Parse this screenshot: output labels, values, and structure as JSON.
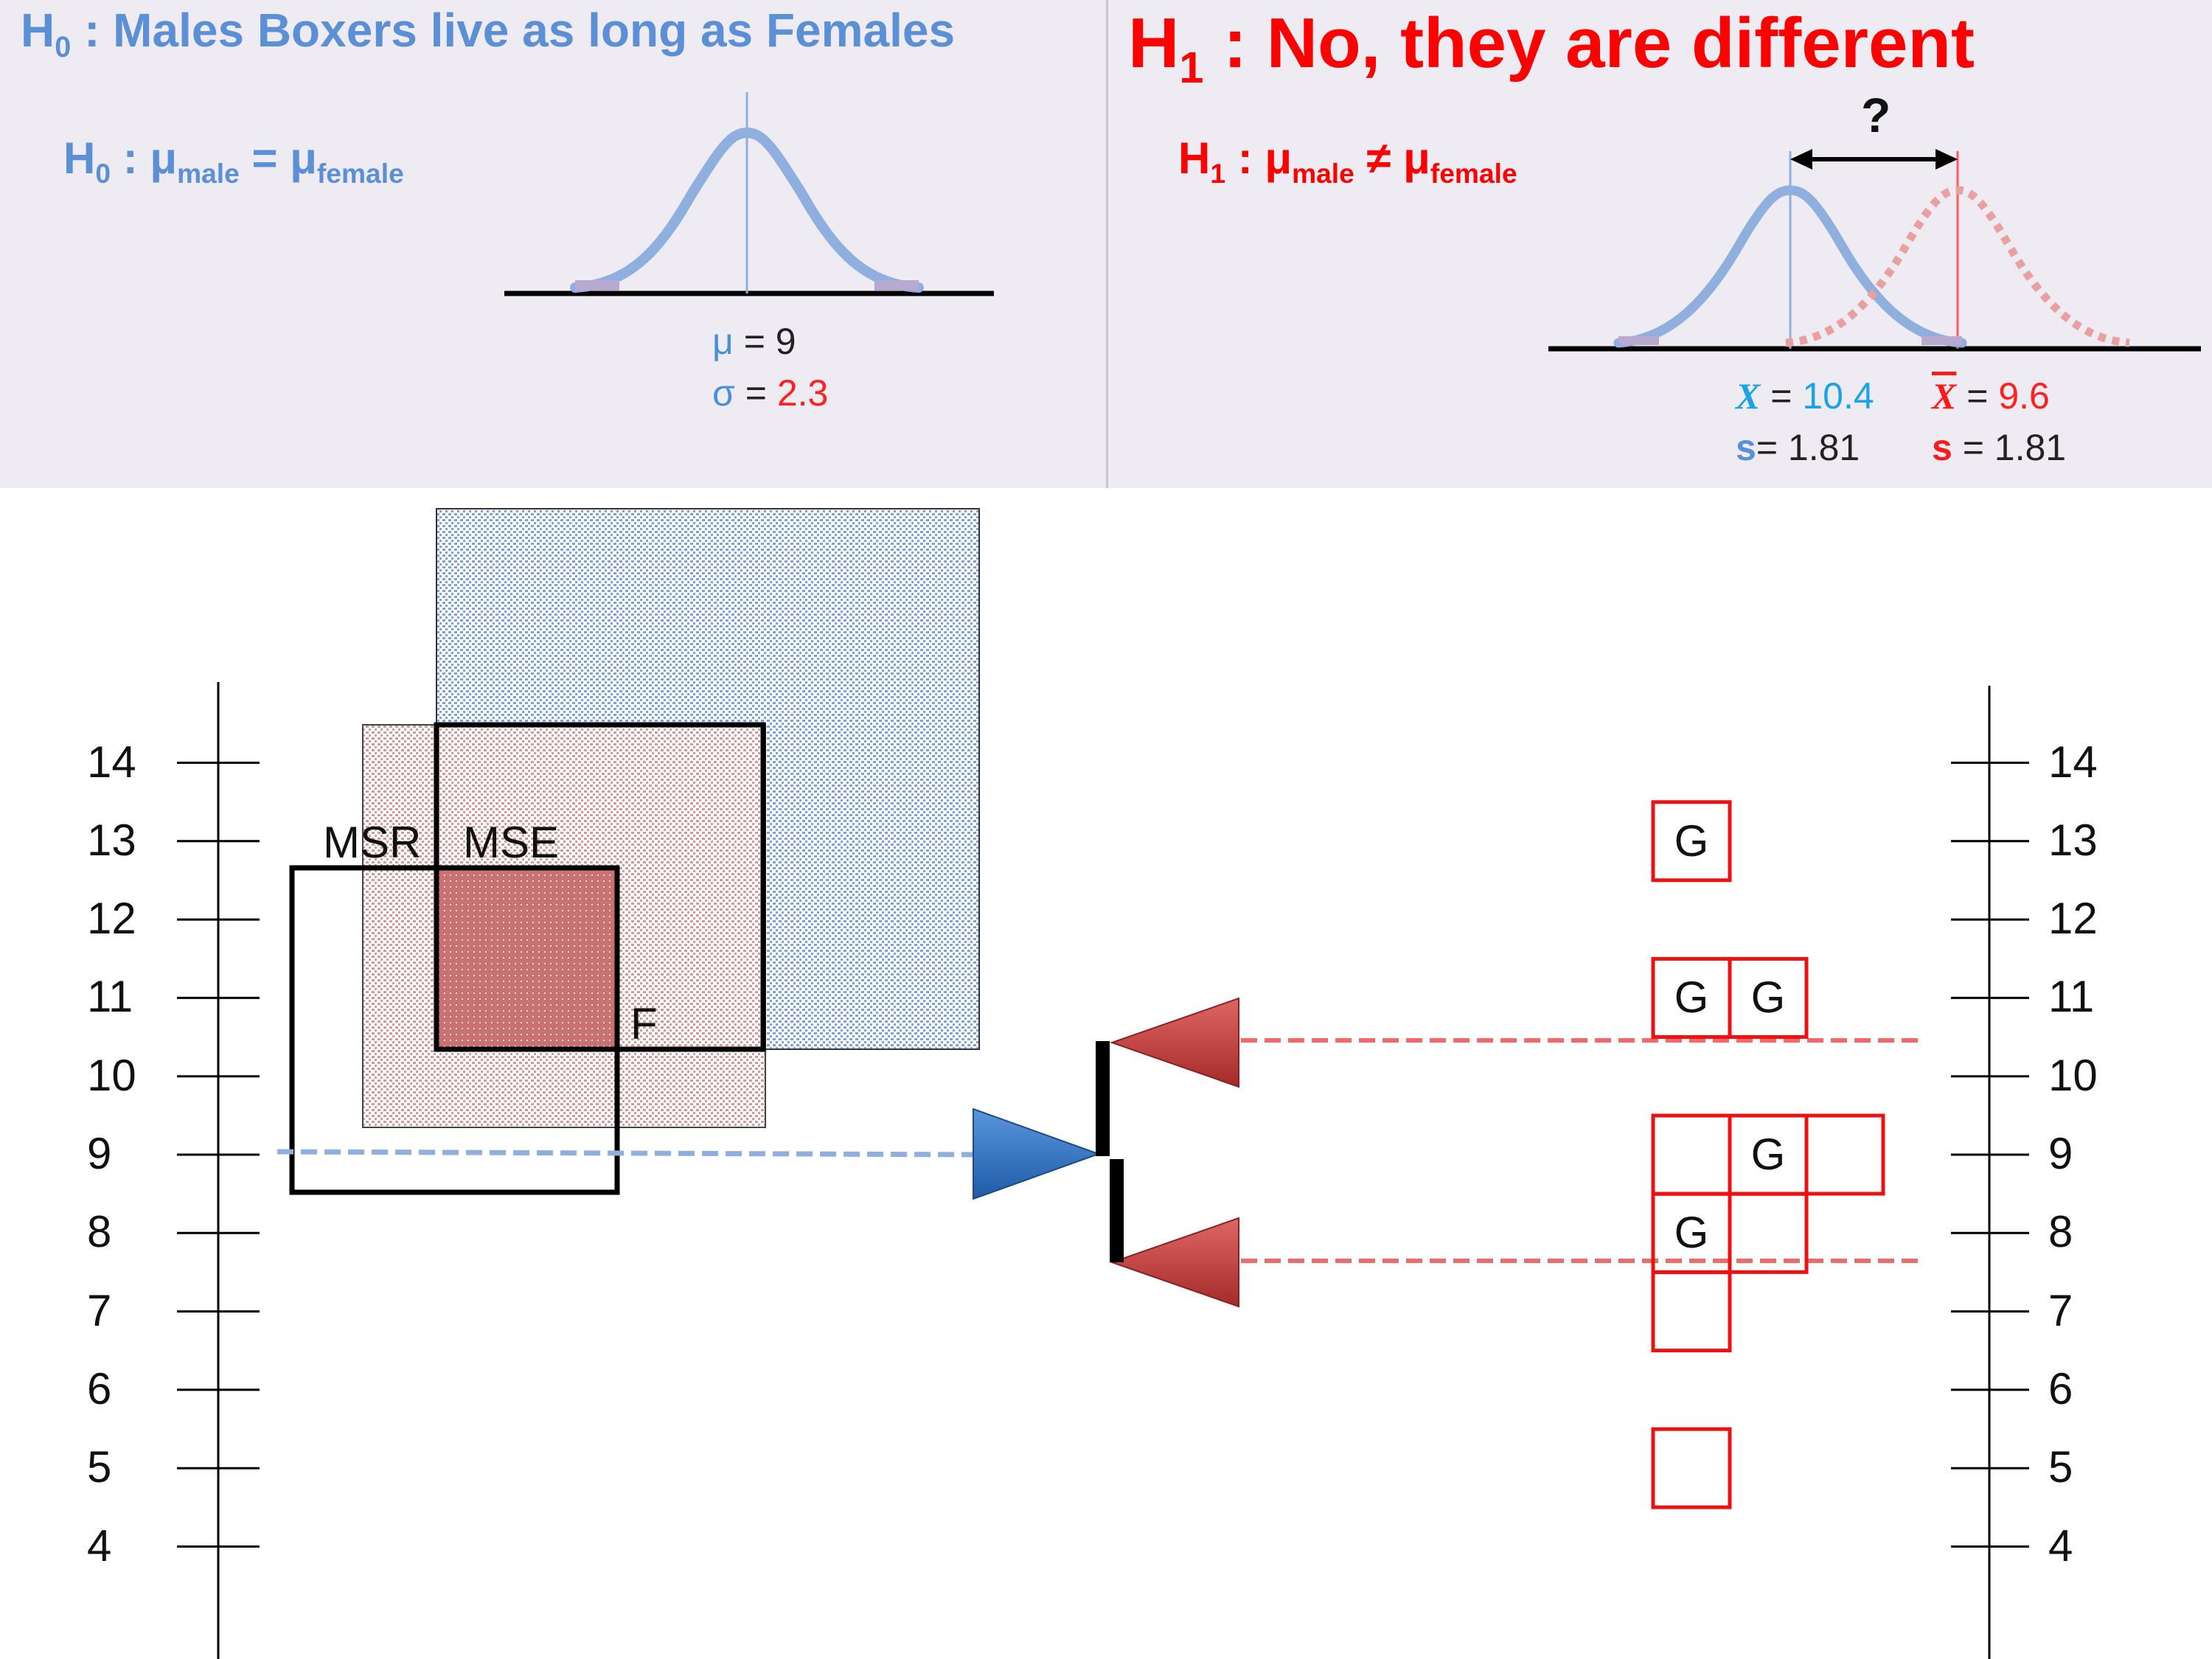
{
  "header": {
    "h0_title_main": "H",
    "h0_title_sub": "0",
    "h0_title_rest": " : Males Boxers live as long as Females",
    "h1_title_main": "H",
    "h1_title_sub": "1",
    "h1_title_rest": " : No, they are different",
    "h0_eq_main": "H",
    "h0_eq_sub": "0",
    "h0_eq_colon": " : μ",
    "h0_eq_sub1": "male",
    "h0_eq_op": " = μ",
    "h0_eq_sub2": "female",
    "h1_eq_main": "H",
    "h1_eq_sub": "1",
    "h1_eq_colon": " : μ",
    "h1_eq_sub1": "male",
    "h1_eq_op": " ≠ μ",
    "h1_eq_sub2": "female"
  },
  "h0_stats": {
    "mu_symbol": "μ",
    "mu_eq": " = 9",
    "sigma_symbol": "σ",
    "sigma_eq": " = ",
    "sigma_value": "2.3"
  },
  "h1_stats": {
    "question": "?",
    "x1_symbol": "X",
    "x1_eq": " = ",
    "x1_value": "10.4",
    "x2_symbol": "X",
    "x2_eq": " = ",
    "x2_value": "9.6",
    "s1_symbol": "s",
    "s1_eq": "= 1.81",
    "s2_symbol": "s",
    "s2_eq": " = 1.81"
  },
  "left_axis": {
    "ticks": [
      "14",
      "13",
      "12",
      "11",
      "10",
      "9",
      "8",
      "7",
      "6",
      "5",
      "4"
    ]
  },
  "right_axis": {
    "ticks": [
      "14",
      "13",
      "12",
      "11",
      "10",
      "9",
      "8",
      "7",
      "6",
      "5",
      "4"
    ]
  },
  "variance_panel": {
    "msr_label": "MSR",
    "mse_label": "MSE",
    "f_label": "F"
  },
  "data_grid": {
    "cells": [
      {
        "row": 13,
        "col": 0,
        "label": "G"
      },
      {
        "row": 11,
        "col": 0,
        "label": "G"
      },
      {
        "row": 11,
        "col": 1,
        "label": "G"
      },
      {
        "row": 9,
        "col": 0,
        "label": ""
      },
      {
        "row": 9,
        "col": 1,
        "label": "G"
      },
      {
        "row": 9,
        "col": 2,
        "label": ""
      },
      {
        "row": 8,
        "col": 0,
        "label": "G"
      },
      {
        "row": 8,
        "col": 1,
        "label": ""
      },
      {
        "row": 7,
        "col": 0,
        "label": ""
      },
      {
        "row": 5,
        "col": 0,
        "label": ""
      }
    ]
  },
  "colors": {
    "blue": "#5b8fd6",
    "red": "#ff0000",
    "grid_red": "#ee1111",
    "triangle_blue": "#2e6fc0",
    "triangle_red": "#c0393b",
    "band": "#eeebf2"
  }
}
